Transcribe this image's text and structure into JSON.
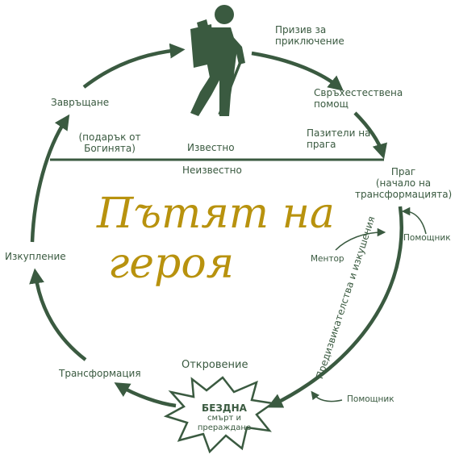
{
  "title": {
    "line1": "Пътят на",
    "line2": "героя"
  },
  "labels": {
    "call": "Призив за\nприключение",
    "supernatural": "Свръхестествена\nпомощ",
    "guardians": "Пазители на\nпрага",
    "threshold": "Праг\n(начало на\nтрансформацията)",
    "helper_top": "Помощник",
    "mentor": "Ментор",
    "trials": "Предизвикателства и изкушения",
    "helper_bottom": "Помощник",
    "abyss_title": "БЕЗДНА",
    "abyss_sub": "смърт и\nпрераждане",
    "revelation": "Откровение",
    "transformation": "Трансформация",
    "atonement": "Изкупление",
    "return": "Завръщане",
    "gift": "(подарък от\nБогинята)",
    "known": "Известно",
    "unknown": "Неизвестно"
  },
  "colors": {
    "primary": "#3a5a40",
    "title": "#b8920e",
    "background": "#ffffff"
  },
  "icons": {
    "hero": "hiker-icon"
  }
}
